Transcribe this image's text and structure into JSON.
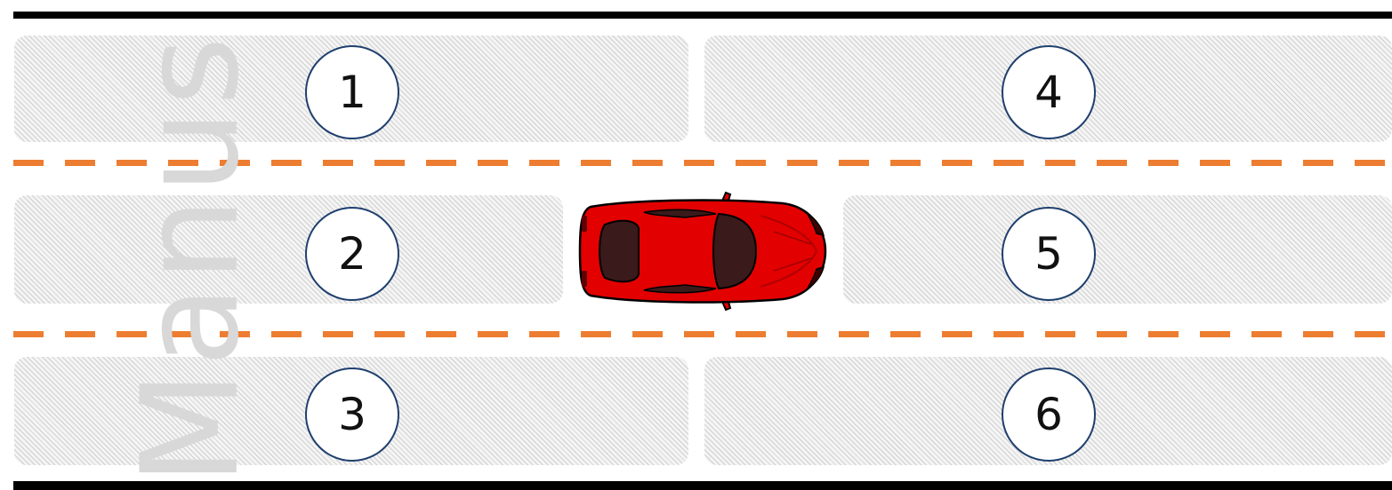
{
  "watermark": {
    "text": "Manus"
  },
  "zones": [
    {
      "id": "zone-1",
      "label": "1"
    },
    {
      "id": "zone-2",
      "label": "2"
    },
    {
      "id": "zone-3",
      "label": "3"
    },
    {
      "id": "zone-4",
      "label": "4"
    },
    {
      "id": "zone-5",
      "label": "5"
    },
    {
      "id": "zone-6",
      "label": "6"
    }
  ],
  "colors": {
    "lane_line": "#ed7d31",
    "road_edge": "#000000",
    "badge_border": "#1f3f6e",
    "car_body": "#e30000",
    "car_glass": "#3a1a1a"
  },
  "icons": {
    "car": "red-car-top-view-icon"
  }
}
